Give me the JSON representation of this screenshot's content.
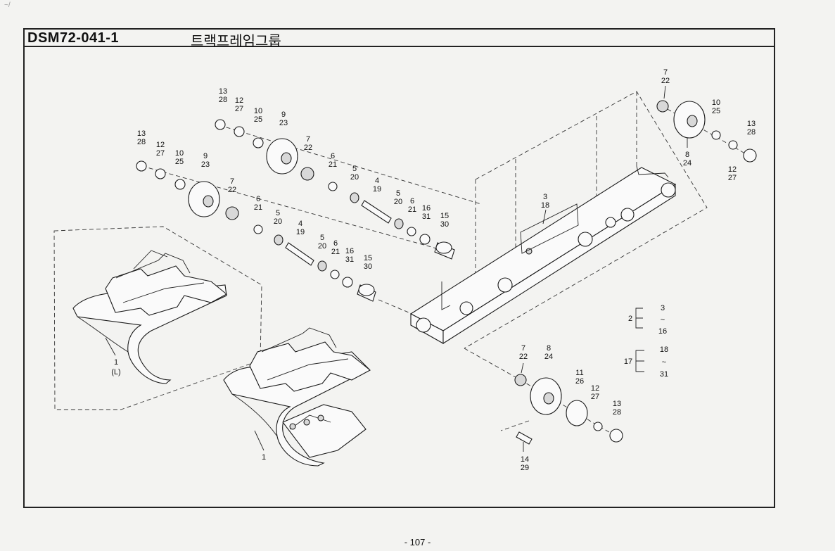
{
  "header": {
    "part_code": "DSM72-041-1",
    "title": "트랙프레임그룹"
  },
  "footer": {
    "page_number": "- 107 -"
  },
  "scan_mark": "~/",
  "callouts": {
    "front_idler_left": [
      {
        "id": "c1",
        "lines": [
          "13",
          "28"
        ]
      },
      {
        "id": "c2",
        "lines": [
          "12",
          "27"
        ]
      },
      {
        "id": "c3",
        "lines": [
          "10",
          "25"
        ]
      },
      {
        "id": "c4",
        "lines": [
          "9",
          "23"
        ]
      },
      {
        "id": "c5",
        "lines": [
          "7",
          "22"
        ]
      },
      {
        "id": "c6",
        "lines": [
          "6",
          "21"
        ]
      },
      {
        "id": "c7",
        "lines": [
          "5",
          "20"
        ]
      },
      {
        "id": "c8",
        "lines": [
          "4",
          "19"
        ]
      },
      {
        "id": "c9",
        "lines": [
          "5",
          "20"
        ]
      },
      {
        "id": "c10",
        "lines": [
          "6",
          "21"
        ]
      },
      {
        "id": "c11",
        "lines": [
          "16",
          "31"
        ]
      },
      {
        "id": "c12",
        "lines": [
          "15",
          "30"
        ]
      }
    ],
    "front_idler_upper": [
      {
        "id": "u1",
        "lines": [
          "13",
          "28"
        ]
      },
      {
        "id": "u2",
        "lines": [
          "12",
          "27"
        ]
      },
      {
        "id": "u3",
        "lines": [
          "10",
          "25"
        ]
      },
      {
        "id": "u4",
        "lines": [
          "9",
          "23"
        ]
      },
      {
        "id": "u5",
        "lines": [
          "7",
          "22"
        ]
      },
      {
        "id": "u6",
        "lines": [
          "6",
          "21"
        ]
      },
      {
        "id": "u7",
        "lines": [
          "5",
          "20"
        ]
      },
      {
        "id": "u8",
        "lines": [
          "4",
          "19"
        ]
      },
      {
        "id": "u9",
        "lines": [
          "5",
          "20"
        ]
      },
      {
        "id": "u10",
        "lines": [
          "6",
          "21"
        ]
      },
      {
        "id": "u11",
        "lines": [
          "16",
          "31"
        ]
      },
      {
        "id": "u12",
        "lines": [
          "15",
          "30"
        ]
      }
    ],
    "frame": [
      {
        "id": "f1",
        "lines": [
          "3",
          "18"
        ]
      }
    ],
    "rear_upper": [
      {
        "id": "r1",
        "lines": [
          "7",
          "22"
        ]
      },
      {
        "id": "r2",
        "lines": [
          "10",
          "25"
        ]
      },
      {
        "id": "r3",
        "lines": [
          "13",
          "28"
        ]
      },
      {
        "id": "r4",
        "lines": [
          "8",
          "24"
        ]
      },
      {
        "id": "r5",
        "lines": [
          "12",
          "27"
        ]
      }
    ],
    "sprocket": [
      {
        "id": "s1",
        "lines": [
          "7",
          "22"
        ]
      },
      {
        "id": "s2",
        "lines": [
          "8",
          "24"
        ]
      },
      {
        "id": "s3",
        "lines": [
          "11",
          "26"
        ]
      },
      {
        "id": "s4",
        "lines": [
          "12",
          "27"
        ]
      },
      {
        "id": "s5",
        "lines": [
          "13",
          "28"
        ]
      },
      {
        "id": "s6",
        "lines": [
          "14",
          "29"
        ]
      }
    ],
    "tracks": [
      {
        "id": "t1",
        "lines": [
          "1",
          "(L)"
        ]
      },
      {
        "id": "t2",
        "lines": [
          "1"
        ]
      }
    ]
  },
  "groups": [
    {
      "parent": "2",
      "from": "3",
      "tilde": "~",
      "to": "16"
    },
    {
      "parent": "17",
      "from": "18",
      "tilde": "~",
      "to": "31"
    }
  ]
}
